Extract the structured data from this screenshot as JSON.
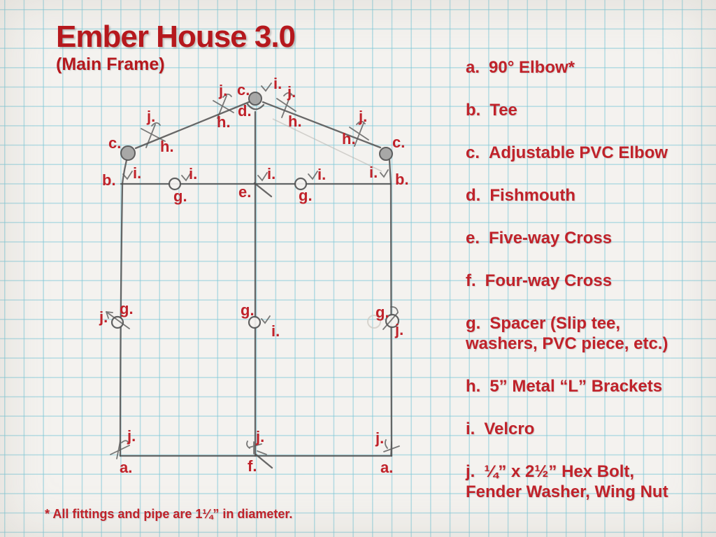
{
  "title": "Ember House 3.0",
  "subtitle": "(Main Frame)",
  "footnote": "* All fittings and pipe are 1¼” in diameter.",
  "legend": {
    "items": [
      {
        "key": "a.",
        "label": "90° Elbow*"
      },
      {
        "key": "b.",
        "label": "Tee"
      },
      {
        "key": "c.",
        "label": "Adjustable PVC Elbow"
      },
      {
        "key": "d.",
        "label": "Fishmouth"
      },
      {
        "key": "e.",
        "label": "Five-way Cross"
      },
      {
        "key": "f.",
        "label": "Four-way Cross"
      },
      {
        "key": "g.",
        "label": "Spacer (Slip tee,",
        "label2": "washers, PVC piece, etc.)"
      },
      {
        "key": "h.",
        "label": "5” Metal “L” Brackets"
      },
      {
        "key": "i.",
        "label": "Velcro"
      },
      {
        "key": "j.",
        "label": "¼” x 2½” Hex Bolt,",
        "label2": "Fender Washer, Wing Nut"
      }
    ]
  },
  "diagram": {
    "marks": {
      "a": "a.",
      "b": "b.",
      "c": "c.",
      "d": "d.",
      "e": "e.",
      "f": "f.",
      "g": "g.",
      "h": "h.",
      "i": "i.",
      "j": "j."
    }
  },
  "colors": {
    "ink_red": "#c0222a",
    "title_red": "#b6181d",
    "pencil_gray": "#4f4f4f",
    "grid_blue": "#a5dbe5",
    "paper": "#f4f2ef"
  }
}
